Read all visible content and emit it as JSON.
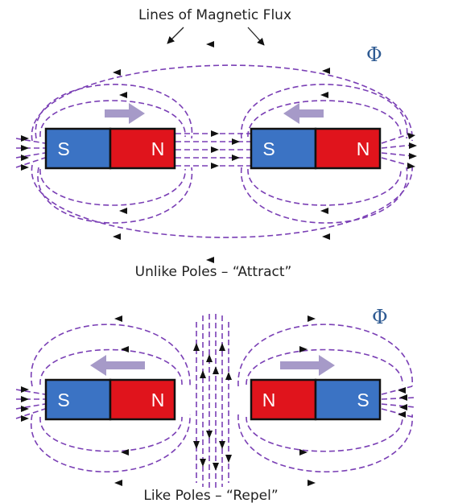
{
  "title": "Lines of Magnetic Flux",
  "flux_symbol": "Φ",
  "colors": {
    "south_pole": "#3b73c4",
    "north_pole": "#e0141c",
    "field_line": "#7a3fb5",
    "force_arrow": "#a69ac8",
    "flux_symbol": "#2e5a92"
  },
  "top_diagram": {
    "caption": "Unlike Poles – “Attract”",
    "magnet_left": {
      "left_pole": "S",
      "right_pole": "N"
    },
    "magnet_right": {
      "left_pole": "S",
      "right_pole": "N"
    }
  },
  "bottom_diagram": {
    "caption": "Like Poles – “Repel”",
    "magnet_left": {
      "left_pole": "S",
      "right_pole": "N"
    },
    "magnet_right": {
      "left_pole": "N",
      "right_pole": "S"
    }
  }
}
